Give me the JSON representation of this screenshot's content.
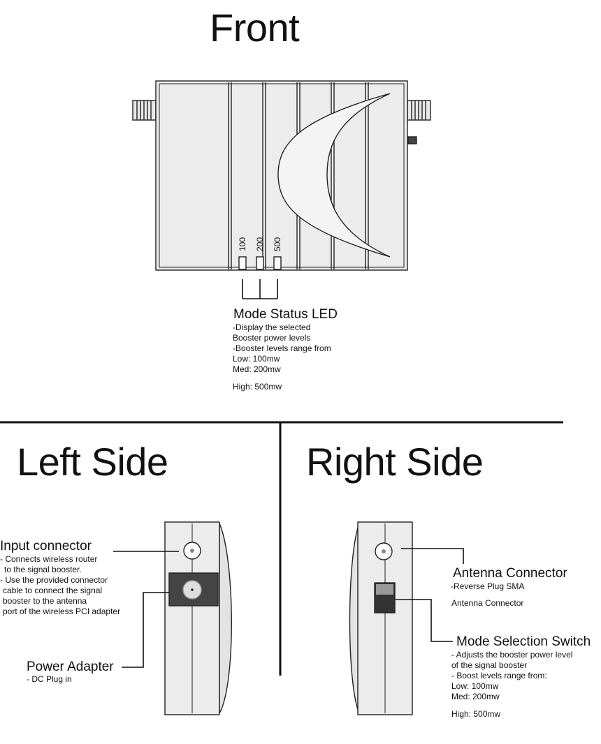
{
  "front": {
    "title": "Front",
    "led_labels": [
      "100",
      "200",
      "500"
    ],
    "callout": {
      "title": "Mode Status LED",
      "lines": [
        "-Display the selected",
        "Booster power levels",
        "-Booster levels range from",
        "Low: 100mw",
        "Med: 200mw"
      ],
      "last": "High: 500mw"
    }
  },
  "left": {
    "title": "Left Side",
    "input": {
      "title": "Input connector",
      "lines": [
        "- Connects wireless router",
        "to the signal booster.",
        "- Use the provided connector",
        "cable to connect the signal",
        "booster to the antenna",
        "port of the wireless PCI adapter"
      ]
    },
    "power": {
      "title": "Power Adapter",
      "lines": [
        "- DC Plug in"
      ]
    }
  },
  "right": {
    "title": "Right Side",
    "antenna": {
      "title": "Antenna Connector",
      "lines": [
        "-Reverse Plug SMA"
      ],
      "extra": "Antenna Connector"
    },
    "switch": {
      "title": "Mode Selection Switch",
      "lines": [
        "- Adjusts the booster power level",
        "of the signal booster",
        "- Boost levels range from:",
        "Low: 100mw",
        "Med: 200mw"
      ],
      "last": "High: 500mw"
    }
  }
}
